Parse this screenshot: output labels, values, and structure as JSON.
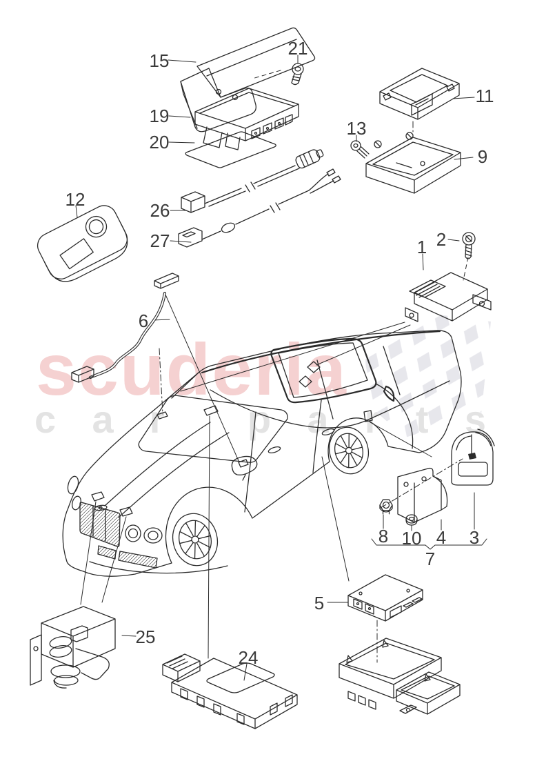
{
  "watermark": {
    "brand": "scuderia",
    "tagline": "car parts",
    "brand_color": "#f5d1d1",
    "tagline_color": "#e3e3e3",
    "flag_color": "#e7e7ec"
  },
  "callouts": {
    "c1": "1",
    "c2": "2",
    "c3": "3",
    "c4": "4",
    "c5": "5",
    "c6": "6",
    "c7": "7",
    "c8": "8",
    "c9": "9",
    "c10": "10",
    "c11": "11",
    "c12": "12",
    "c13": "13",
    "c15": "15",
    "c19": "19",
    "c20": "20",
    "c21": "21",
    "c24": "24",
    "c25": "25",
    "c26": "26",
    "c27": "27"
  }
}
